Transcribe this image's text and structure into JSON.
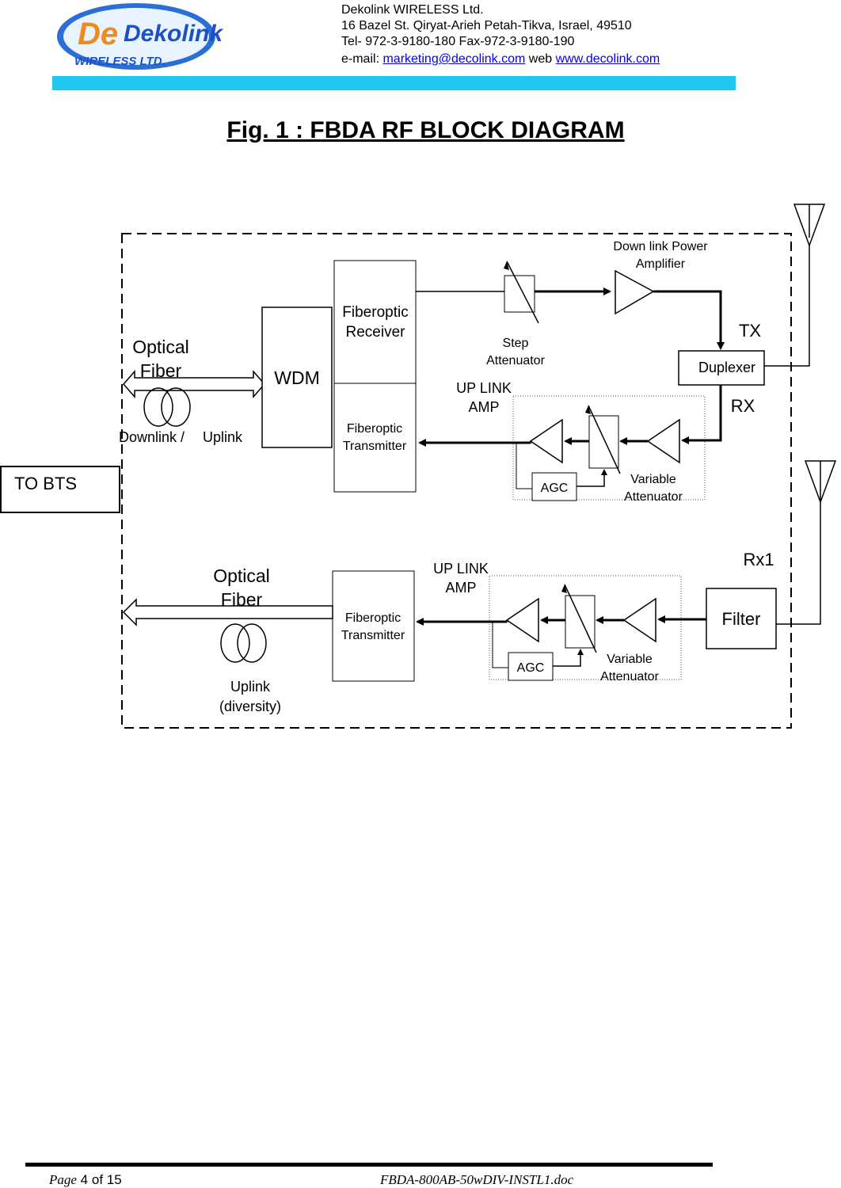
{
  "header": {
    "logo_text": "Dekolink",
    "logo_sub": "WIRELESS LTD.",
    "company": "Dekolink WIRELESS Ltd.",
    "address": "16 Bazel St. Qiryat-Arieh Petah-Tikva, Israel, 49510",
    "phone": "Tel- 972-3-9180-180 Fax-972-3-9180-190",
    "email_label": "e-mail:",
    "email": "marketing@decolink.com",
    "web_label": "web",
    "web": "www.decolink.com",
    "accent_color": "#1ec8f0"
  },
  "title": "Fig. 1 : FBDA RF BLOCK DIAGRAM",
  "diagram": {
    "optical_fiber_top": [
      "Optical",
      "Fiber"
    ],
    "downlink_uplink": [
      "Downlink /",
      "Uplink"
    ],
    "wdm": "WDM",
    "fiberoptic_receiver": [
      "Fiberoptic",
      "Receiver"
    ],
    "fiberoptic_transmitter": [
      "Fiberoptic",
      "Transmitter"
    ],
    "step_attenuator": [
      "Step",
      "Attenuator"
    ],
    "downlink_power_amplifier": [
      "Down link Power",
      "Amplifier"
    ],
    "tx": "TX",
    "duplexer": "Duplexer",
    "rx": "RX",
    "uplink_amp": [
      "UP LINK",
      "AMP"
    ],
    "agc": "AGC",
    "variable_attenuator": [
      "Variable",
      "Attenuator"
    ],
    "to_bts": "TO BTS",
    "rx1": "Rx1",
    "optical_fiber_bottom": [
      "Optical",
      "Fiber"
    ],
    "uplink_diversity": [
      "Uplink",
      "(diversity)"
    ],
    "fiberoptic_transmitter_2": [
      "Fiberoptic",
      "Transmitter"
    ],
    "uplink_amp_2": [
      "UP LINK",
      "AMP"
    ],
    "agc_2": "AGC",
    "variable_attenuator_2": [
      "Variable",
      "Attenuator"
    ],
    "filter": "Filter"
  },
  "footer": {
    "page_label": "Page",
    "page_num": "4",
    "of_label": "of",
    "page_total": "15",
    "doc_name": "FBDA-800AB-50wDIV-INSTL1.doc"
  }
}
